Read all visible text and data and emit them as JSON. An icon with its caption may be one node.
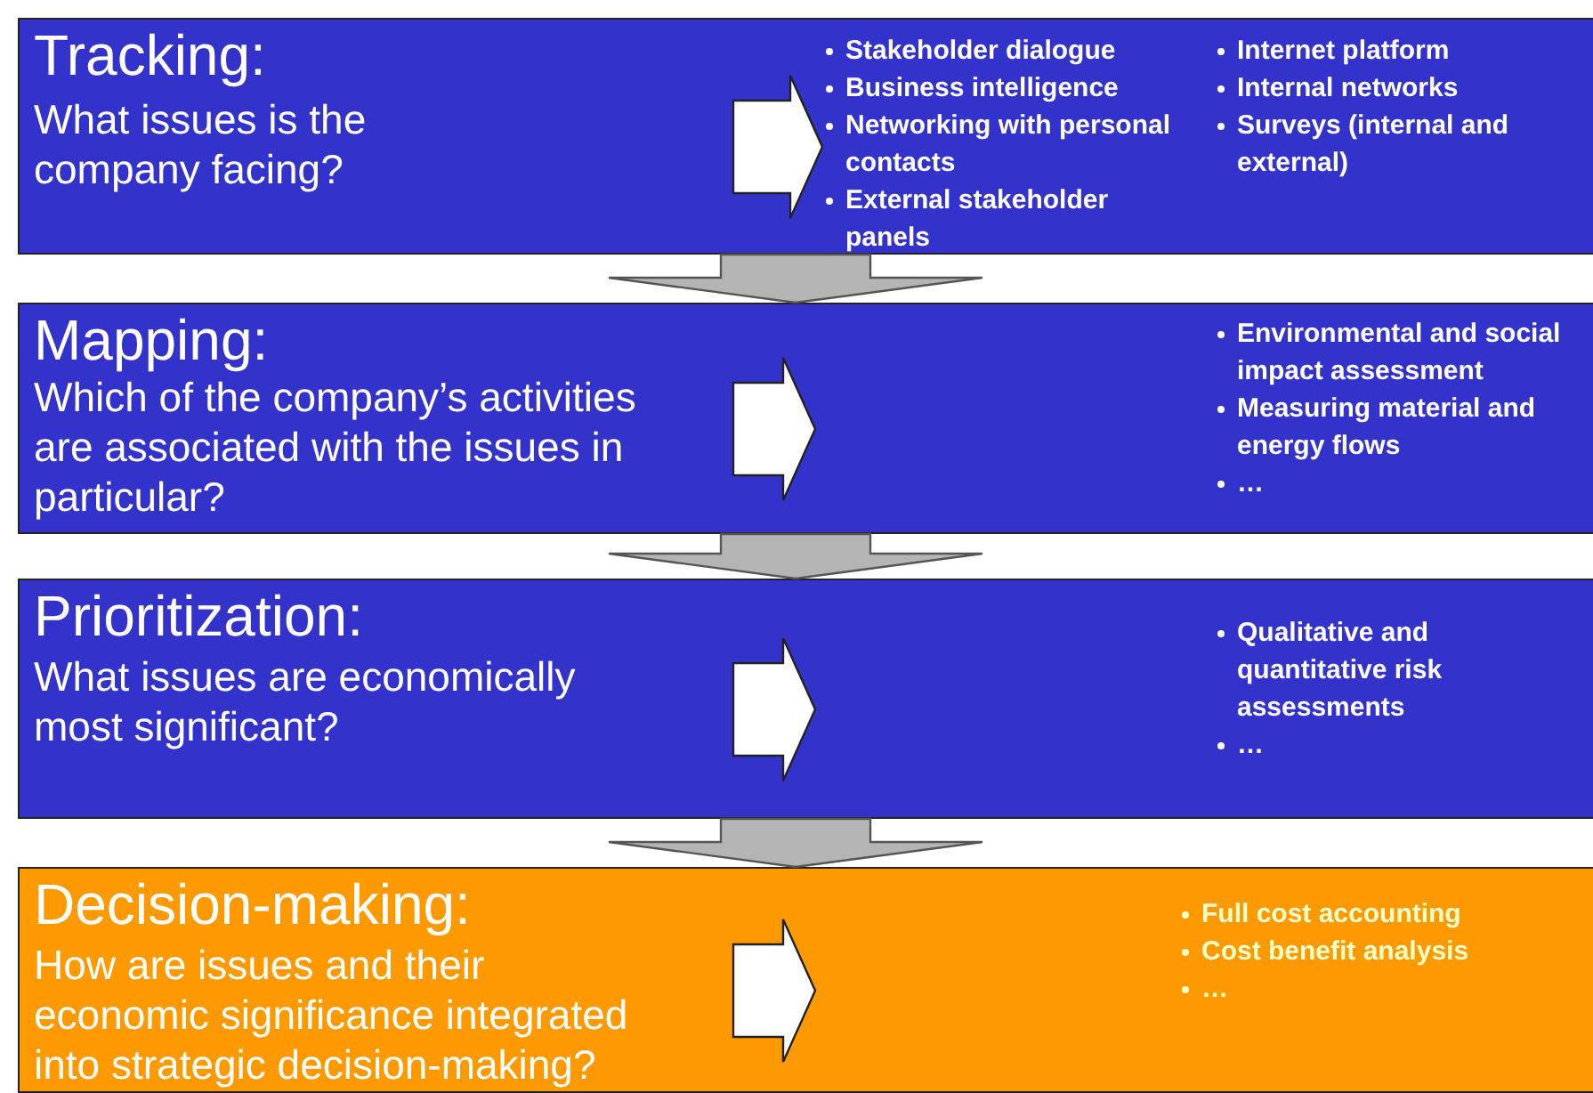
{
  "diagram": {
    "nodes": [
      {
        "text": [
          "Tracking:"
        ]
      },
      {
        "text": [
          "What issues is the company facing?"
        ],
        "in": 0
      },
      {
        "text": [
          "Stakeholder dialogue",
          "Business intelligence",
          "Networking with personal contacts",
          "External stakeholder panels"
        ],
        "in": 0
      },
      {
        "text": [
          "Internet platform",
          "Internal networks",
          "Surveys (internal and external)"
        ],
        "in": 0
      },
      {
        "text": [
          "Mapping:"
        ]
      },
      {
        "text": [
          "Which of the company’s activities are associated with the issues in particular?"
        ],
        "in": 4
      },
      {
        "text": [
          "Environmental and social impact assessment",
          "Measuring material and energy flows",
          "…"
        ],
        "in": 4
      },
      {
        "text": [
          "Prioritization:"
        ]
      },
      {
        "text": [
          "What issues are economically most significant?"
        ],
        "in": 7
      },
      {
        "text": [
          "Qualitative and quantitative risk assessments",
          "…"
        ],
        "in": 7
      },
      {
        "text": [
          "Decision-making:"
        ]
      },
      {
        "text": [
          "How are issues and their economic significance integrated into strategic decision-making?"
        ],
        "in": 10
      },
      {
        "text": [
          "Full cost accounting",
          "Cost benefit analysis",
          "…"
        ],
        "in": 10
      }
    ],
    "edges": [
      {
        "from": 0,
        "to": 2,
        "arrow": "to"
      },
      {
        "from": 4,
        "to": null,
        "arrow": "to"
      },
      {
        "from": 7,
        "to": null,
        "arrow": "to"
      },
      {
        "from": 10,
        "to": null,
        "arrow": "to"
      },
      {
        "from": 0,
        "to": 4,
        "arrow": "to"
      },
      {
        "from": 4,
        "to": 7,
        "arrow": "to"
      },
      {
        "from": 7,
        "to": 10,
        "arrow": "to"
      }
    ]
  }
}
